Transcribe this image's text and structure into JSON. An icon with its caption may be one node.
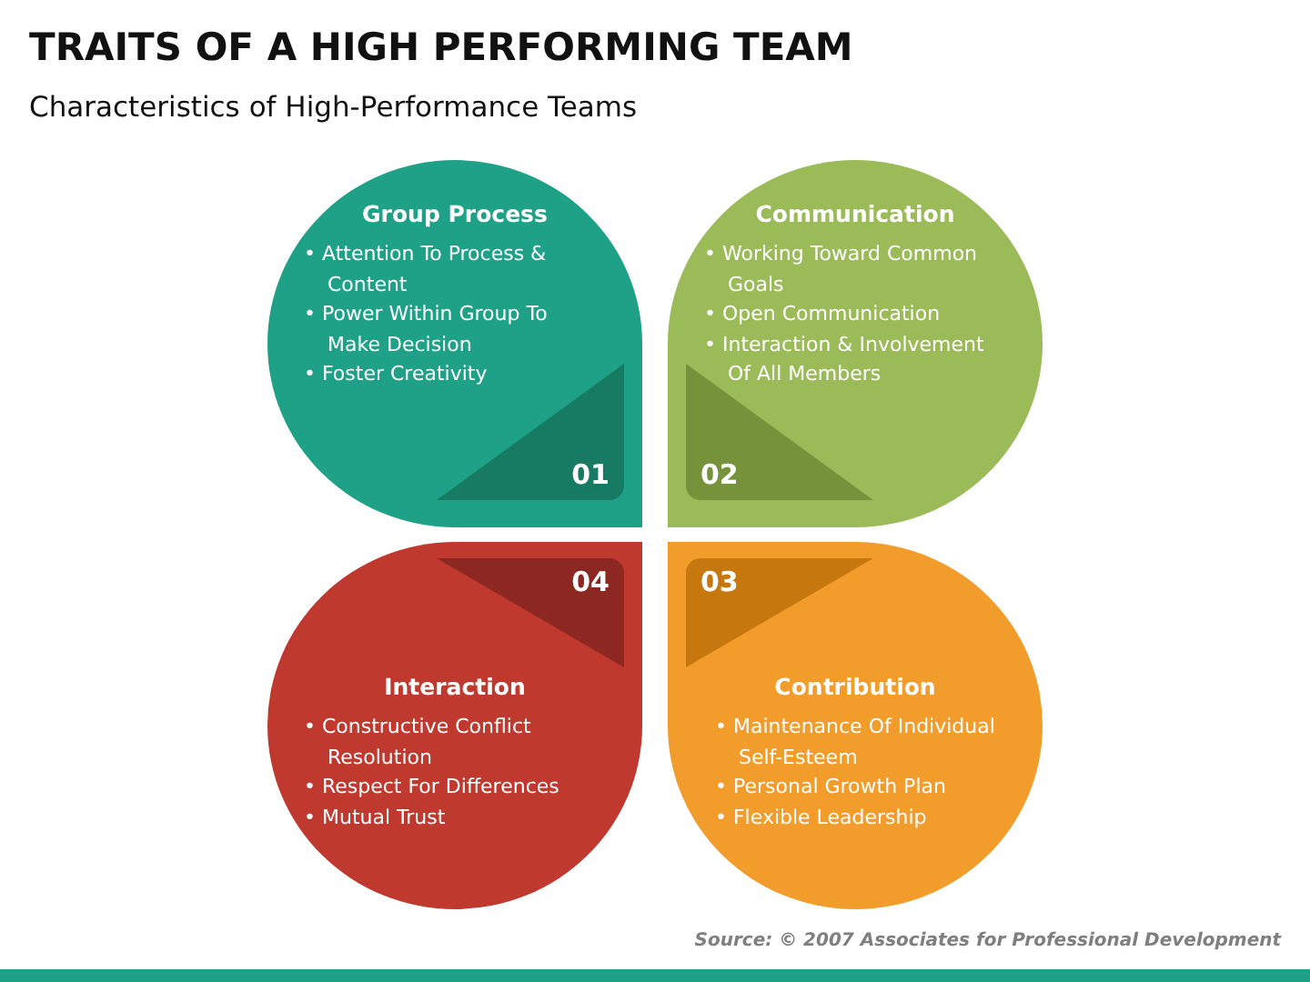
{
  "diagram": {
    "title": "TRAITS OF A HIGH PERFORMING TEAM",
    "nodes": [
      {
        "text": [
          "Group Process",
          "• Attention To Process & Content",
          "• Power Within Group To Make Decision",
          "• Foster Creativity"
        ]
      },
      {
        "text": [
          "01"
        ],
        "in": 0
      },
      {
        "text": [
          "Communication",
          "• Working Toward Common Goals",
          "• Open Communication",
          "• Interaction & Involvement Of All Members"
        ]
      },
      {
        "text": [
          "02"
        ],
        "in": 2
      },
      {
        "text": [
          "Interaction",
          "• Constructive Conflict Resolution",
          "• Respect For Differences",
          "• Mutual Trust"
        ]
      },
      {
        "text": [
          "04"
        ],
        "in": 4
      },
      {
        "text": [
          "Contribution",
          "• Maintenance Of Individual Self-Esteem",
          "• Personal Growth Plan",
          "• Flexible Leadership"
        ]
      },
      {
        "text": [
          "03"
        ],
        "in": 6
      }
    ],
    "edges": [],
    "labels": [
      "Characteristics of High-Performance Teams",
      "Source: © 2007 Associates for Professional Development"
    ]
  }
}
